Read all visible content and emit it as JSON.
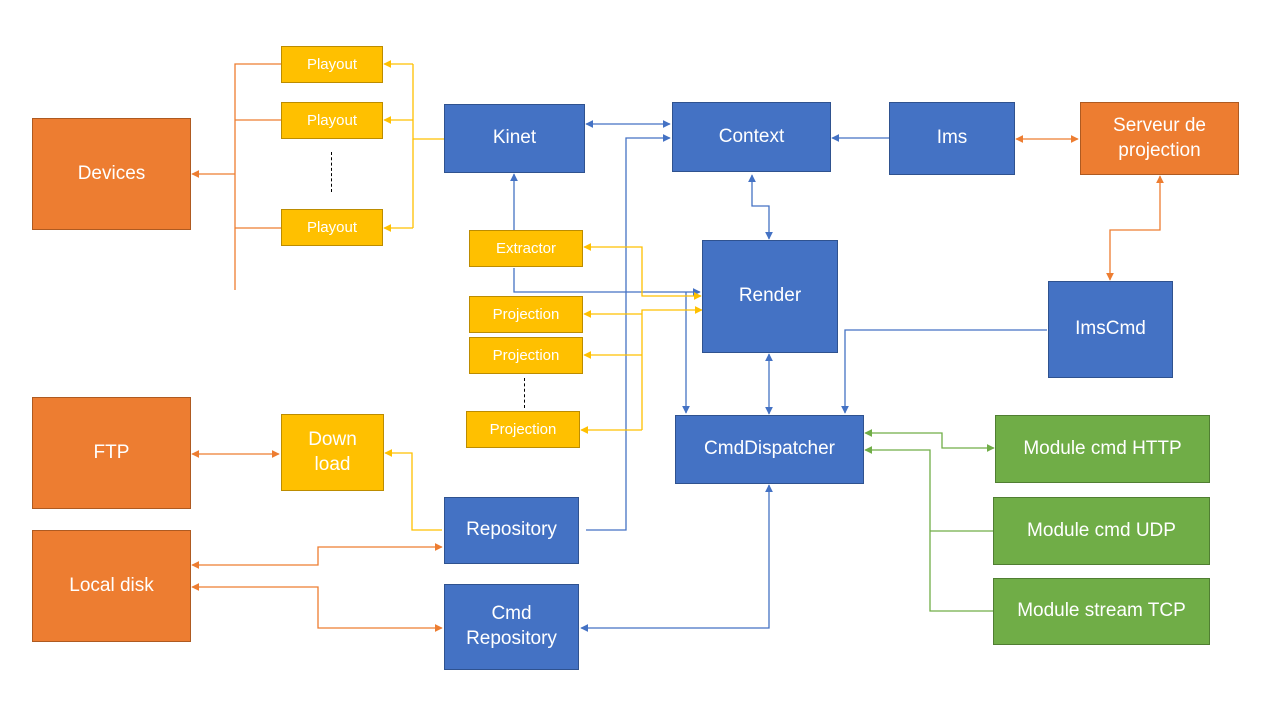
{
  "colors": {
    "core": "#4472c4",
    "external": "#ed7d31",
    "worker": "#ffc000",
    "module": "#70ad47",
    "background": "#ffffff"
  },
  "nodes": {
    "devices": "Devices",
    "playout_1": "Playout",
    "playout_2": "Playout",
    "playout_3": "Playout",
    "kinet": "Kinet",
    "context": "Context",
    "ims": "Ims",
    "serveur": "Serveur de projection",
    "extractor": "Extractor",
    "projection_1": "Projection",
    "projection_2": "Projection",
    "projection_3": "Projection",
    "render": "Render",
    "imscmd": "ImsCmd",
    "ftp": "FTP",
    "download": "Down load",
    "cmddispatcher": "CmdDispatcher",
    "module_http": "Module cmd HTTP",
    "module_udp": "Module cmd UDP",
    "module_tcp": "Module stream TCP",
    "local_disk": "Local disk",
    "repository": "Repository",
    "cmd_repository": "Cmd Repository"
  }
}
